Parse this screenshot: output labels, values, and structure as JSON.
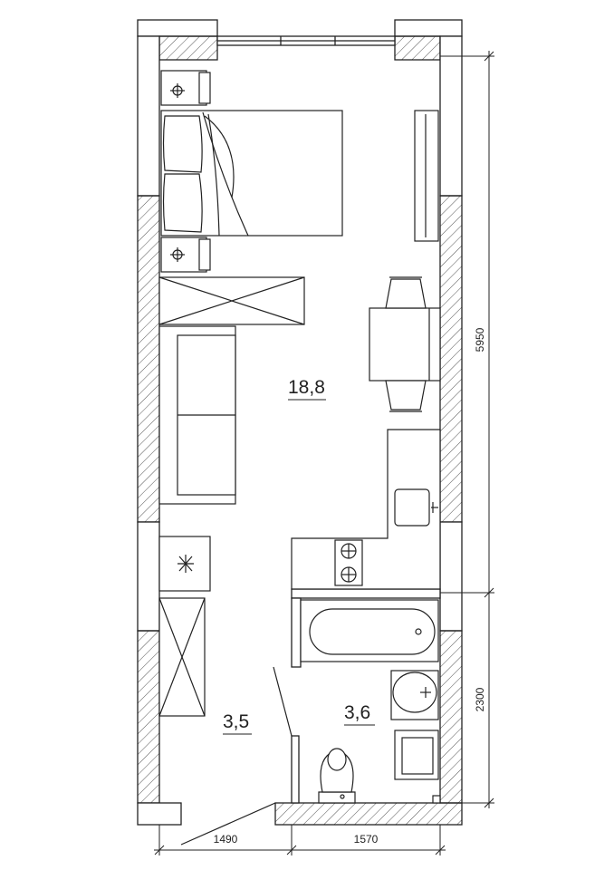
{
  "plan": {
    "rooms": [
      {
        "id": "main-room",
        "area": "18,8"
      },
      {
        "id": "hallway",
        "area": "3,5"
      },
      {
        "id": "bathroom",
        "area": "3,6"
      }
    ],
    "dimensions": {
      "main_height": "5950",
      "bath_height": "2300",
      "hall_width": "1490",
      "bath_width": "1570"
    }
  }
}
